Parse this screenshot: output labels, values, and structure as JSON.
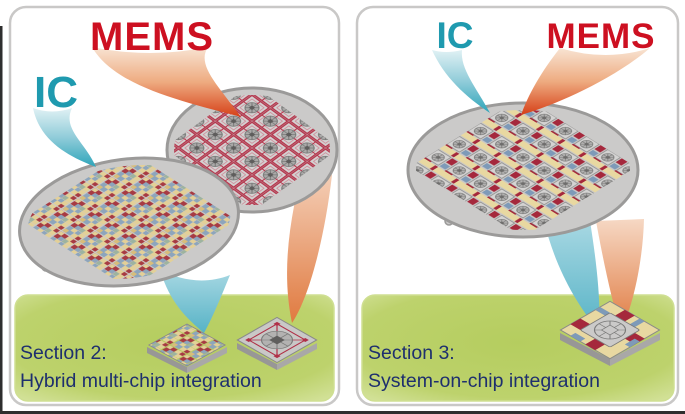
{
  "diagram": {
    "left": {
      "ic_label": "IC",
      "mems_label": "MEMS",
      "section_title": "Section 2:",
      "section_subtitle": "Hybrid multi-chip integration"
    },
    "right": {
      "ic_label": "IC",
      "mems_label": "MEMS",
      "section_title": "Section 3:",
      "section_subtitle": "System-on-chip integration"
    },
    "colors": {
      "mems_red": "#cd1021",
      "ic_teal": "#1f9aaf",
      "caption_navy": "#1e2f6e",
      "panel_green": "#b6ce60",
      "wafer_grey": "#cbcac9",
      "die_red": "#a5283c",
      "die_yellow": "#e3d097",
      "die_blue": "#8da5bc",
      "arrow_orange": "#e07a40"
    }
  }
}
